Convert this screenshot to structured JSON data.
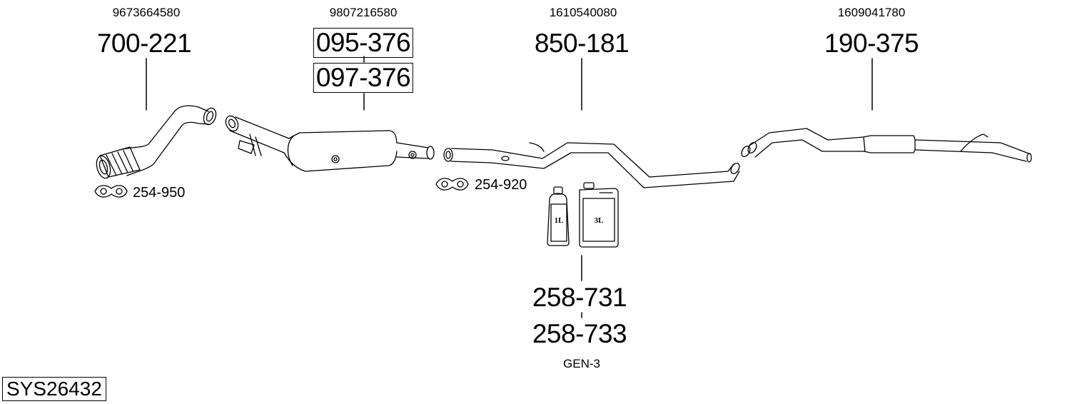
{
  "groups": [
    {
      "oe": "9673664580",
      "parts": [
        "700-221"
      ]
    },
    {
      "oe": "9807216580",
      "parts": [
        "095-376",
        "097-376"
      ]
    },
    {
      "oe": "1610540080",
      "parts": [
        "850-181"
      ]
    },
    {
      "oe": "1609041780",
      "parts": [
        "190-375"
      ]
    }
  ],
  "clamps": [
    "254-950",
    "254-920"
  ],
  "fluid": {
    "parts": [
      "258-731",
      "258-733"
    ],
    "note": "GEN-3",
    "small_label": "1L",
    "large_label": "3L"
  },
  "system_id": "SYS26432"
}
